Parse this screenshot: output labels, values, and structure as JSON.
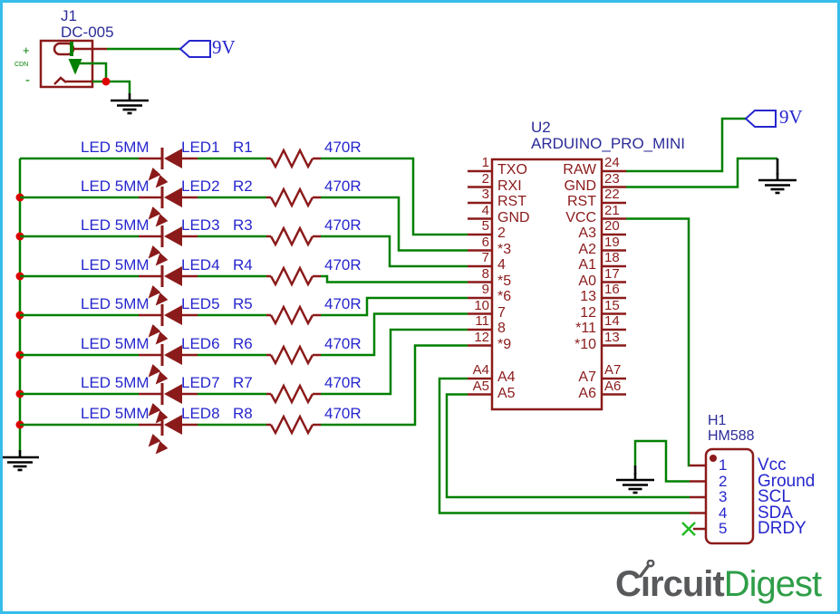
{
  "colors": {
    "wire_green": "#008000",
    "component_red": "#8b1a1a",
    "junction_red": "#dd0000",
    "label_blue": "#2626ce",
    "title_navy": "#2b2b99",
    "border_cyan": "#36bdeb",
    "ground_black": "#000000",
    "logo_gray": "#58595b",
    "logo_green": "#2e9e48"
  },
  "j1": {
    "ref": "J1",
    "value": "DC-005",
    "plus": "+",
    "cdn": "CDN",
    "minus": "-"
  },
  "power": {
    "flag_top": "9V",
    "flag_right": "9V"
  },
  "rows": [
    {
      "type": "LED 5MM",
      "led": "LED1",
      "res": "R1",
      "val": "470R"
    },
    {
      "type": "LED 5MM",
      "led": "LED2",
      "res": "R2",
      "val": "470R"
    },
    {
      "type": "LED 5MM",
      "led": "LED3",
      "res": "R3",
      "val": "470R"
    },
    {
      "type": "LED 5MM",
      "led": "LED4",
      "res": "R4",
      "val": "470R"
    },
    {
      "type": "LED 5MM",
      "led": "LED5",
      "res": "R5",
      "val": "470R"
    },
    {
      "type": "LED 5MM",
      "led": "LED6",
      "res": "R6",
      "val": "470R"
    },
    {
      "type": "LED 5MM",
      "led": "LED7",
      "res": "R7",
      "val": "470R"
    },
    {
      "type": "LED 5MM",
      "led": "LED8",
      "res": "R8",
      "val": "470R"
    }
  ],
  "u2": {
    "ref": "U2",
    "value": "ARDUINO_PRO_MINI",
    "left": [
      {
        "num": "1",
        "name": "TXO"
      },
      {
        "num": "2",
        "name": "RXI"
      },
      {
        "num": "3",
        "name": "RST"
      },
      {
        "num": "4",
        "name": "GND"
      },
      {
        "num": "5",
        "name": "2"
      },
      {
        "num": "6",
        "name": "*3"
      },
      {
        "num": "7",
        "name": "4"
      },
      {
        "num": "8",
        "name": "*5"
      },
      {
        "num": "9",
        "name": "*6"
      },
      {
        "num": "10",
        "name": "7"
      },
      {
        "num": "11",
        "name": "8"
      },
      {
        "num": "12",
        "name": "*9"
      },
      {
        "num": "A4",
        "name": "A4"
      },
      {
        "num": "A5",
        "name": "A5"
      }
    ],
    "right": [
      {
        "num": "24",
        "name": "RAW"
      },
      {
        "num": "23",
        "name": "GND"
      },
      {
        "num": "22",
        "name": "RST"
      },
      {
        "num": "21",
        "name": "VCC"
      },
      {
        "num": "20",
        "name": "A3"
      },
      {
        "num": "19",
        "name": "A2"
      },
      {
        "num": "18",
        "name": "A1"
      },
      {
        "num": "17",
        "name": "A0"
      },
      {
        "num": "16",
        "name": "13"
      },
      {
        "num": "15",
        "name": "12"
      },
      {
        "num": "14",
        "name": "*11"
      },
      {
        "num": "13",
        "name": "*10"
      },
      {
        "num": "A7",
        "name": "A7"
      },
      {
        "num": "A6",
        "name": "A6"
      }
    ]
  },
  "h1": {
    "ref": "H1",
    "value": "HM588",
    "pins": [
      {
        "num": "1",
        "name": "Vcc"
      },
      {
        "num": "2",
        "name": "Ground"
      },
      {
        "num": "3",
        "name": "SCL"
      },
      {
        "num": "4",
        "name": "SDA"
      },
      {
        "num": "5",
        "name": "DRDY"
      }
    ]
  },
  "logo": {
    "prefix": "C",
    "dotless_i": "ı",
    "rest": "rcuit",
    "suffix": "Digest"
  }
}
